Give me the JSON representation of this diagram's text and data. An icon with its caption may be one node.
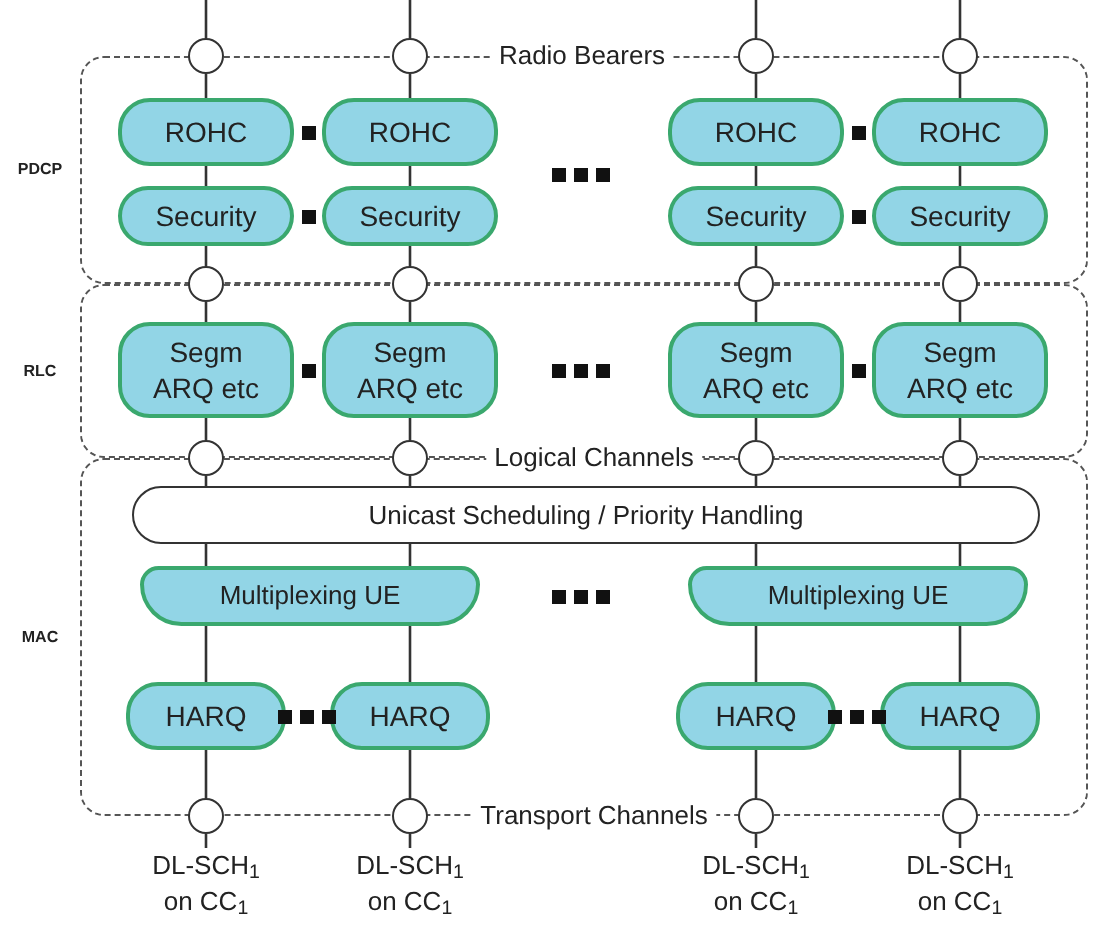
{
  "diagram": {
    "nodes": [
      {
        "text": [
          "PDCP"
        ]
      },
      {
        "text": [
          "RLC"
        ]
      },
      {
        "text": [
          "MAC"
        ]
      },
      {
        "text": [],
        "shape": "circle"
      },
      {
        "text": [],
        "shape": "circle"
      },
      {
        "text": [],
        "shape": "circle"
      },
      {
        "text": [],
        "shape": "circle"
      },
      {
        "text": [
          "ROHC"
        ],
        "in": 0
      },
      {
        "text": [
          "ROHC"
        ],
        "in": 0
      },
      {
        "text": [
          "ROHC"
        ],
        "in": 0
      },
      {
        "text": [
          "ROHC"
        ],
        "in": 0
      },
      {
        "text": [
          "Security"
        ],
        "in": 0
      },
      {
        "text": [
          "Security"
        ],
        "in": 0
      },
      {
        "text": [
          "Security"
        ],
        "in": 0
      },
      {
        "text": [
          "Security"
        ],
        "in": 0
      },
      {
        "text": [],
        "shape": "circle"
      },
      {
        "text": [],
        "shape": "circle"
      },
      {
        "text": [],
        "shape": "circle"
      },
      {
        "text": [],
        "shape": "circle"
      },
      {
        "text": [
          "Segm ARQ etc"
        ],
        "in": 1
      },
      {
        "text": [
          "Segm ARQ etc"
        ],
        "in": 1
      },
      {
        "text": [
          "Segm ARQ etc"
        ],
        "in": 1
      },
      {
        "text": [
          "Segm ARQ etc"
        ],
        "in": 1
      },
      {
        "text": [],
        "shape": "circle"
      },
      {
        "text": [],
        "shape": "circle"
      },
      {
        "text": [],
        "shape": "circle"
      },
      {
        "text": [],
        "shape": "circle"
      },
      {
        "text": [
          "Unicast Scheduling / Priority Handling"
        ],
        "in": 2
      },
      {
        "text": [
          "Multiplexing UE"
        ],
        "in": 2
      },
      {
        "text": [
          "Multiplexing UE"
        ],
        "in": 2
      },
      {
        "text": [
          "HARQ"
        ],
        "in": 2
      },
      {
        "text": [
          "HARQ"
        ],
        "in": 2
      },
      {
        "text": [
          "HARQ"
        ],
        "in": 2
      },
      {
        "text": [
          "HARQ"
        ],
        "in": 2
      },
      {
        "text": [],
        "shape": "circle"
      },
      {
        "text": [],
        "shape": "circle"
      },
      {
        "text": [],
        "shape": "circle"
      },
      {
        "text": [],
        "shape": "circle"
      },
      {
        "text": [
          "DL-SCH$_{1}$ on CC$_{1}$"
        ]
      },
      {
        "text": [
          "DL-SCH$_{1}$ on CC$_{1}$"
        ]
      },
      {
        "text": [
          "DL-SCH$_{1}$ on CC$_{1}$"
        ]
      },
      {
        "text": [
          "DL-SCH$_{1}$ on CC$_{1}$"
        ]
      }
    ],
    "edges": [
      {
        "from": null,
        "to": 3,
        "arrow": "none"
      },
      {
        "from": 3,
        "to": 7,
        "arrow": "none"
      },
      {
        "from": 7,
        "to": 11,
        "arrow": "none"
      },
      {
        "from": 11,
        "to": 15,
        "arrow": "none"
      },
      {
        "from": 15,
        "to": 19,
        "arrow": "none"
      },
      {
        "from": 19,
        "to": 23,
        "arrow": "none"
      },
      {
        "from": 23,
        "to": 27,
        "arrow": "none"
      },
      {
        "from": null,
        "to": 4,
        "arrow": "none"
      },
      {
        "from": 4,
        "to": 8,
        "arrow": "none"
      },
      {
        "from": 8,
        "to": 12,
        "arrow": "none"
      },
      {
        "from": 12,
        "to": 16,
        "arrow": "none"
      },
      {
        "from": 16,
        "to": 20,
        "arrow": "none"
      },
      {
        "from": 20,
        "to": 24,
        "arrow": "none"
      },
      {
        "from": 24,
        "to": 27,
        "arrow": "none"
      },
      {
        "from": null,
        "to": 5,
        "arrow": "none"
      },
      {
        "from": 5,
        "to": 9,
        "arrow": "none"
      },
      {
        "from": 9,
        "to": 13,
        "arrow": "none"
      },
      {
        "from": 13,
        "to": 17,
        "arrow": "none"
      },
      {
        "from": 17,
        "to": 21,
        "arrow": "none"
      },
      {
        "from": 21,
        "to": 25,
        "arrow": "none"
      },
      {
        "from": 25,
        "to": 27,
        "arrow": "none"
      },
      {
        "from": null,
        "to": 6,
        "arrow": "none"
      },
      {
        "from": 6,
        "to": 10,
        "arrow": "none"
      },
      {
        "from": 10,
        "to": 14,
        "arrow": "none"
      },
      {
        "from": 14,
        "to": 18,
        "arrow": "none"
      },
      {
        "from": 18,
        "to": 22,
        "arrow": "none"
      },
      {
        "from": 22,
        "to": 26,
        "arrow": "none"
      },
      {
        "from": 26,
        "to": 27,
        "arrow": "none"
      },
      {
        "from": 27,
        "to": 28,
        "arrow": "none"
      },
      {
        "from": 27,
        "to": 28,
        "arrow": "none"
      },
      {
        "from": 27,
        "to": 29,
        "arrow": "none"
      },
      {
        "from": 27,
        "to": 29,
        "arrow": "none"
      },
      {
        "from": 28,
        "to": 30,
        "arrow": "none"
      },
      {
        "from": 28,
        "to": 31,
        "arrow": "none"
      },
      {
        "from": 29,
        "to": 32,
        "arrow": "none"
      },
      {
        "from": 29,
        "to": 33,
        "arrow": "none"
      },
      {
        "from": 30,
        "to": 34,
        "arrow": "none"
      },
      {
        "from": 31,
        "to": 35,
        "arrow": "none"
      },
      {
        "from": 32,
        "to": 36,
        "arrow": "none"
      },
      {
        "from": 33,
        "to": 37,
        "arrow": "none"
      },
      {
        "from": 34,
        "to": 38,
        "arrow": "none"
      },
      {
        "from": 35,
        "to": 39,
        "arrow": "none"
      },
      {
        "from": 36,
        "to": 40,
        "arrow": "none"
      },
      {
        "from": 37,
        "to": 41,
        "arrow": "none"
      }
    ],
    "labels": [
      "Radio Bearers",
      "Logical Channels",
      "Transport Channels"
    ]
  }
}
